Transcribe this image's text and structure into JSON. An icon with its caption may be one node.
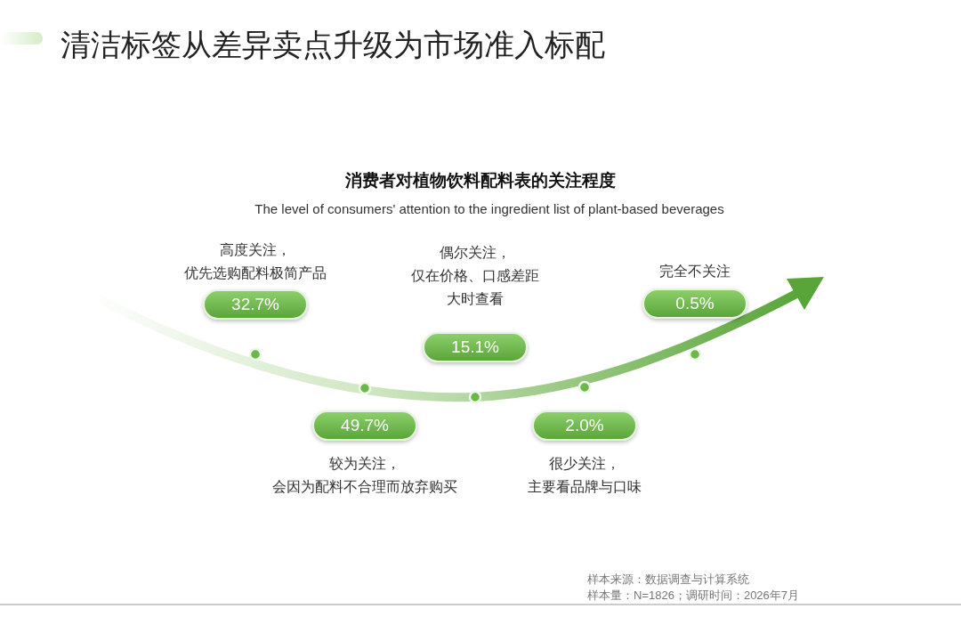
{
  "diagram": {
    "title": "清洁标签从差异卖点升级为市场准入标配",
    "nodes": [
      {
        "text": [
          "32.7%"
        ],
        "beside": [
          "高度关注，优先选购配料极简产品"
        ]
      },
      {
        "text": [
          "49.7%"
        ],
        "beside": [
          "较为关注，会因为配料不合理而放弃购买"
        ]
      },
      {
        "text": [
          "15.1%"
        ],
        "beside": [
          "偶尔关注，仅在价格、口感差距大时查看"
        ]
      },
      {
        "text": [
          "2.0%"
        ],
        "beside": [
          "很少关注，主要看品牌与口味"
        ]
      },
      {
        "text": [
          "0.5%"
        ],
        "beside": [
          "完全不关注"
        ]
      }
    ],
    "labels": [
      "消费者对植物饮料配料表的关注程度",
      "The level of consumers' attention to the ingredient list of plant-based beverages",
      "样本来源：数据调查与计算系统",
      "样本量：N=1826；调研时间：2026年7月"
    ]
  }
}
